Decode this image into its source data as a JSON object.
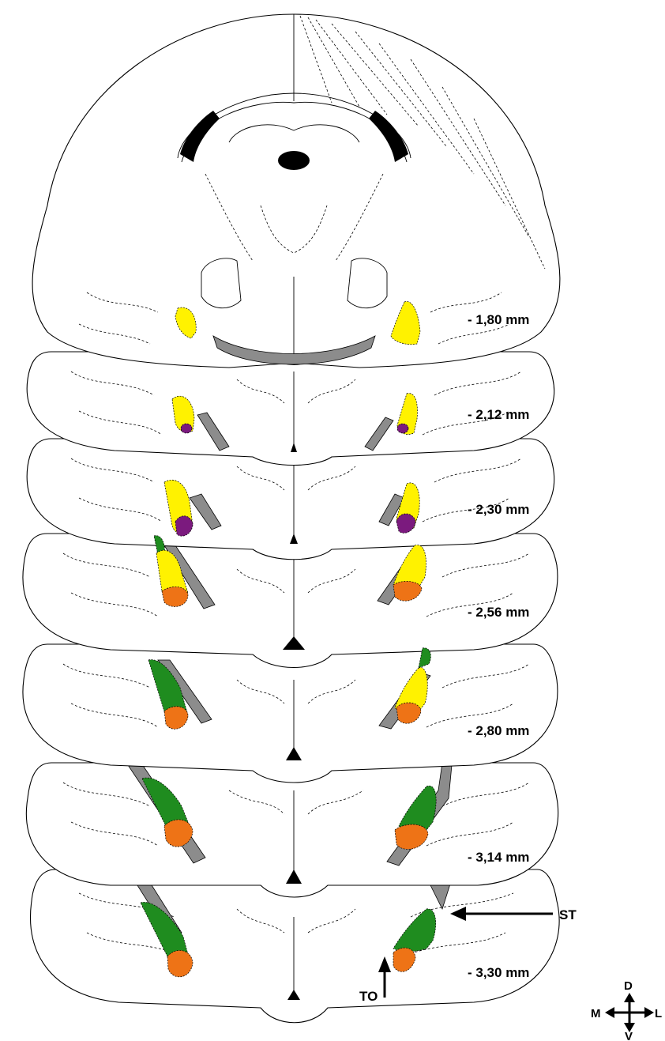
{
  "sections": [
    {
      "label": "- 1,80 mm"
    },
    {
      "label": "- 2,12 mm"
    },
    {
      "label": "- 2,30 mm"
    },
    {
      "label": "- 2,56 mm"
    },
    {
      "label": "- 2,80 mm"
    },
    {
      "label": "- 3,14 mm"
    },
    {
      "label": "- 3,30 mm"
    }
  ],
  "annotations": {
    "st": "ST",
    "to": "TO"
  },
  "compass": {
    "dorsal": "D",
    "ventral": "V",
    "medial": "M",
    "lateral": "L"
  },
  "colors": {
    "yellow": "#fff200",
    "purple": "#7b1a7e",
    "green": "#1f8c1f",
    "orange": "#ee7316",
    "tract_gray": "#8c8c8c",
    "ventricle_black": "#000000"
  }
}
